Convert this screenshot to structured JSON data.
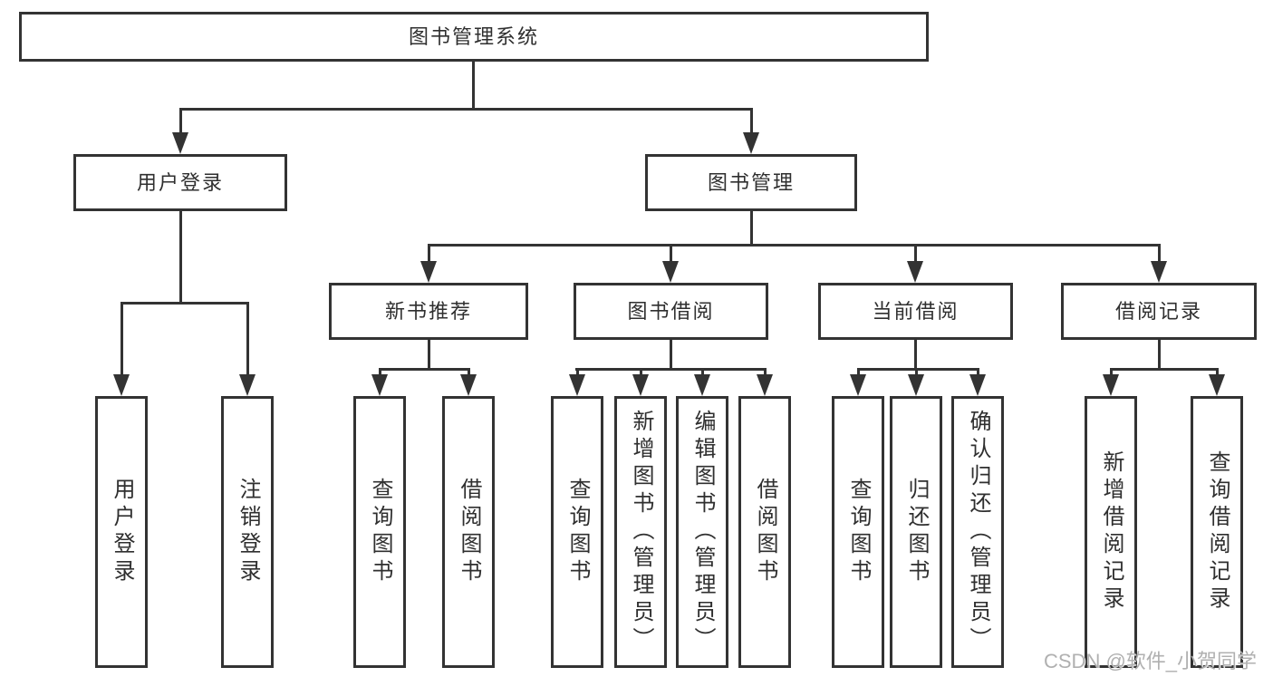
{
  "diagram": {
    "root": "图书管理系统",
    "level2": [
      "用户登录",
      "图书管理"
    ],
    "level3": [
      "新书推荐",
      "图书借阅",
      "当前借阅",
      "借阅记录"
    ],
    "leaves": [
      [
        "用户登录",
        "注销登录"
      ],
      [
        "查询图书",
        "借阅图书"
      ],
      [
        "查询图书",
        "新增图书（管理员）",
        "编辑图书（管理员）",
        "借阅图书"
      ],
      [
        "查询图书",
        "归还图书",
        "确认归还（管理员）"
      ],
      [
        "新增借阅记录",
        "查询借阅记录"
      ]
    ]
  },
  "watermark": "CSDN @软件_小贺同学",
  "colors": {
    "line": "#333333",
    "text": "#2f2f2f",
    "watermark": "#b0b0b0",
    "background": "#ffffff"
  }
}
